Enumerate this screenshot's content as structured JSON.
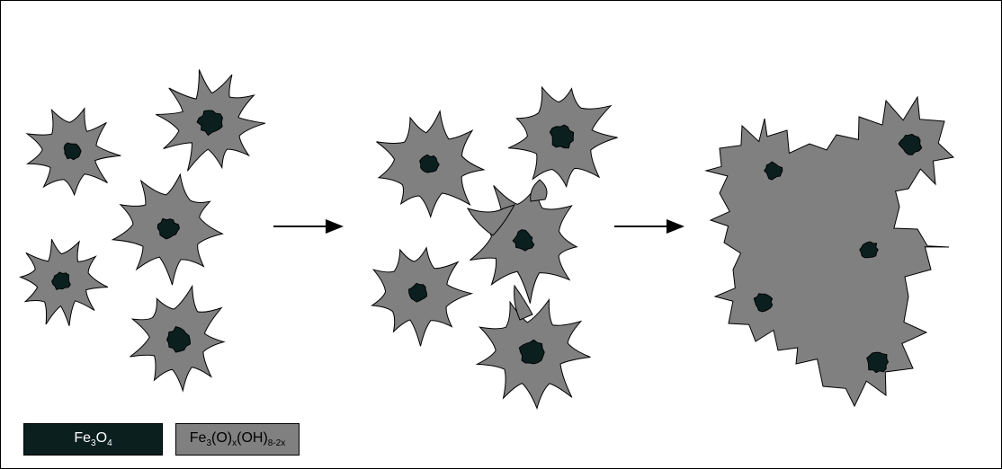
{
  "colors": {
    "core": "#0b1f1f",
    "shell": "#808080",
    "shell_stroke": "#000000",
    "background": "#ffffff"
  },
  "stages": [
    "dispersed-particles",
    "touching-particles",
    "merged-aggregate"
  ],
  "arrows": [
    "arrow-right-icon",
    "arrow-right-icon"
  ],
  "legend": [
    {
      "name": "core-legend",
      "formula": "Fe3O4",
      "base": "Fe",
      "parts": [
        [
          "3",
          "sub"
        ],
        [
          "O",
          ""
        ],
        [
          "4",
          "sub"
        ]
      ],
      "color": "#0b1f1f"
    },
    {
      "name": "shell-legend",
      "formula": "Fe3(O)x(OH)8-2x",
      "base": "Fe",
      "parts": [
        [
          "3",
          "sub"
        ],
        [
          "(O)",
          ""
        ],
        [
          "x",
          "sub"
        ],
        [
          "(OH)",
          ""
        ],
        [
          "8-2x",
          "sub"
        ]
      ],
      "color": "#808080"
    }
  ]
}
